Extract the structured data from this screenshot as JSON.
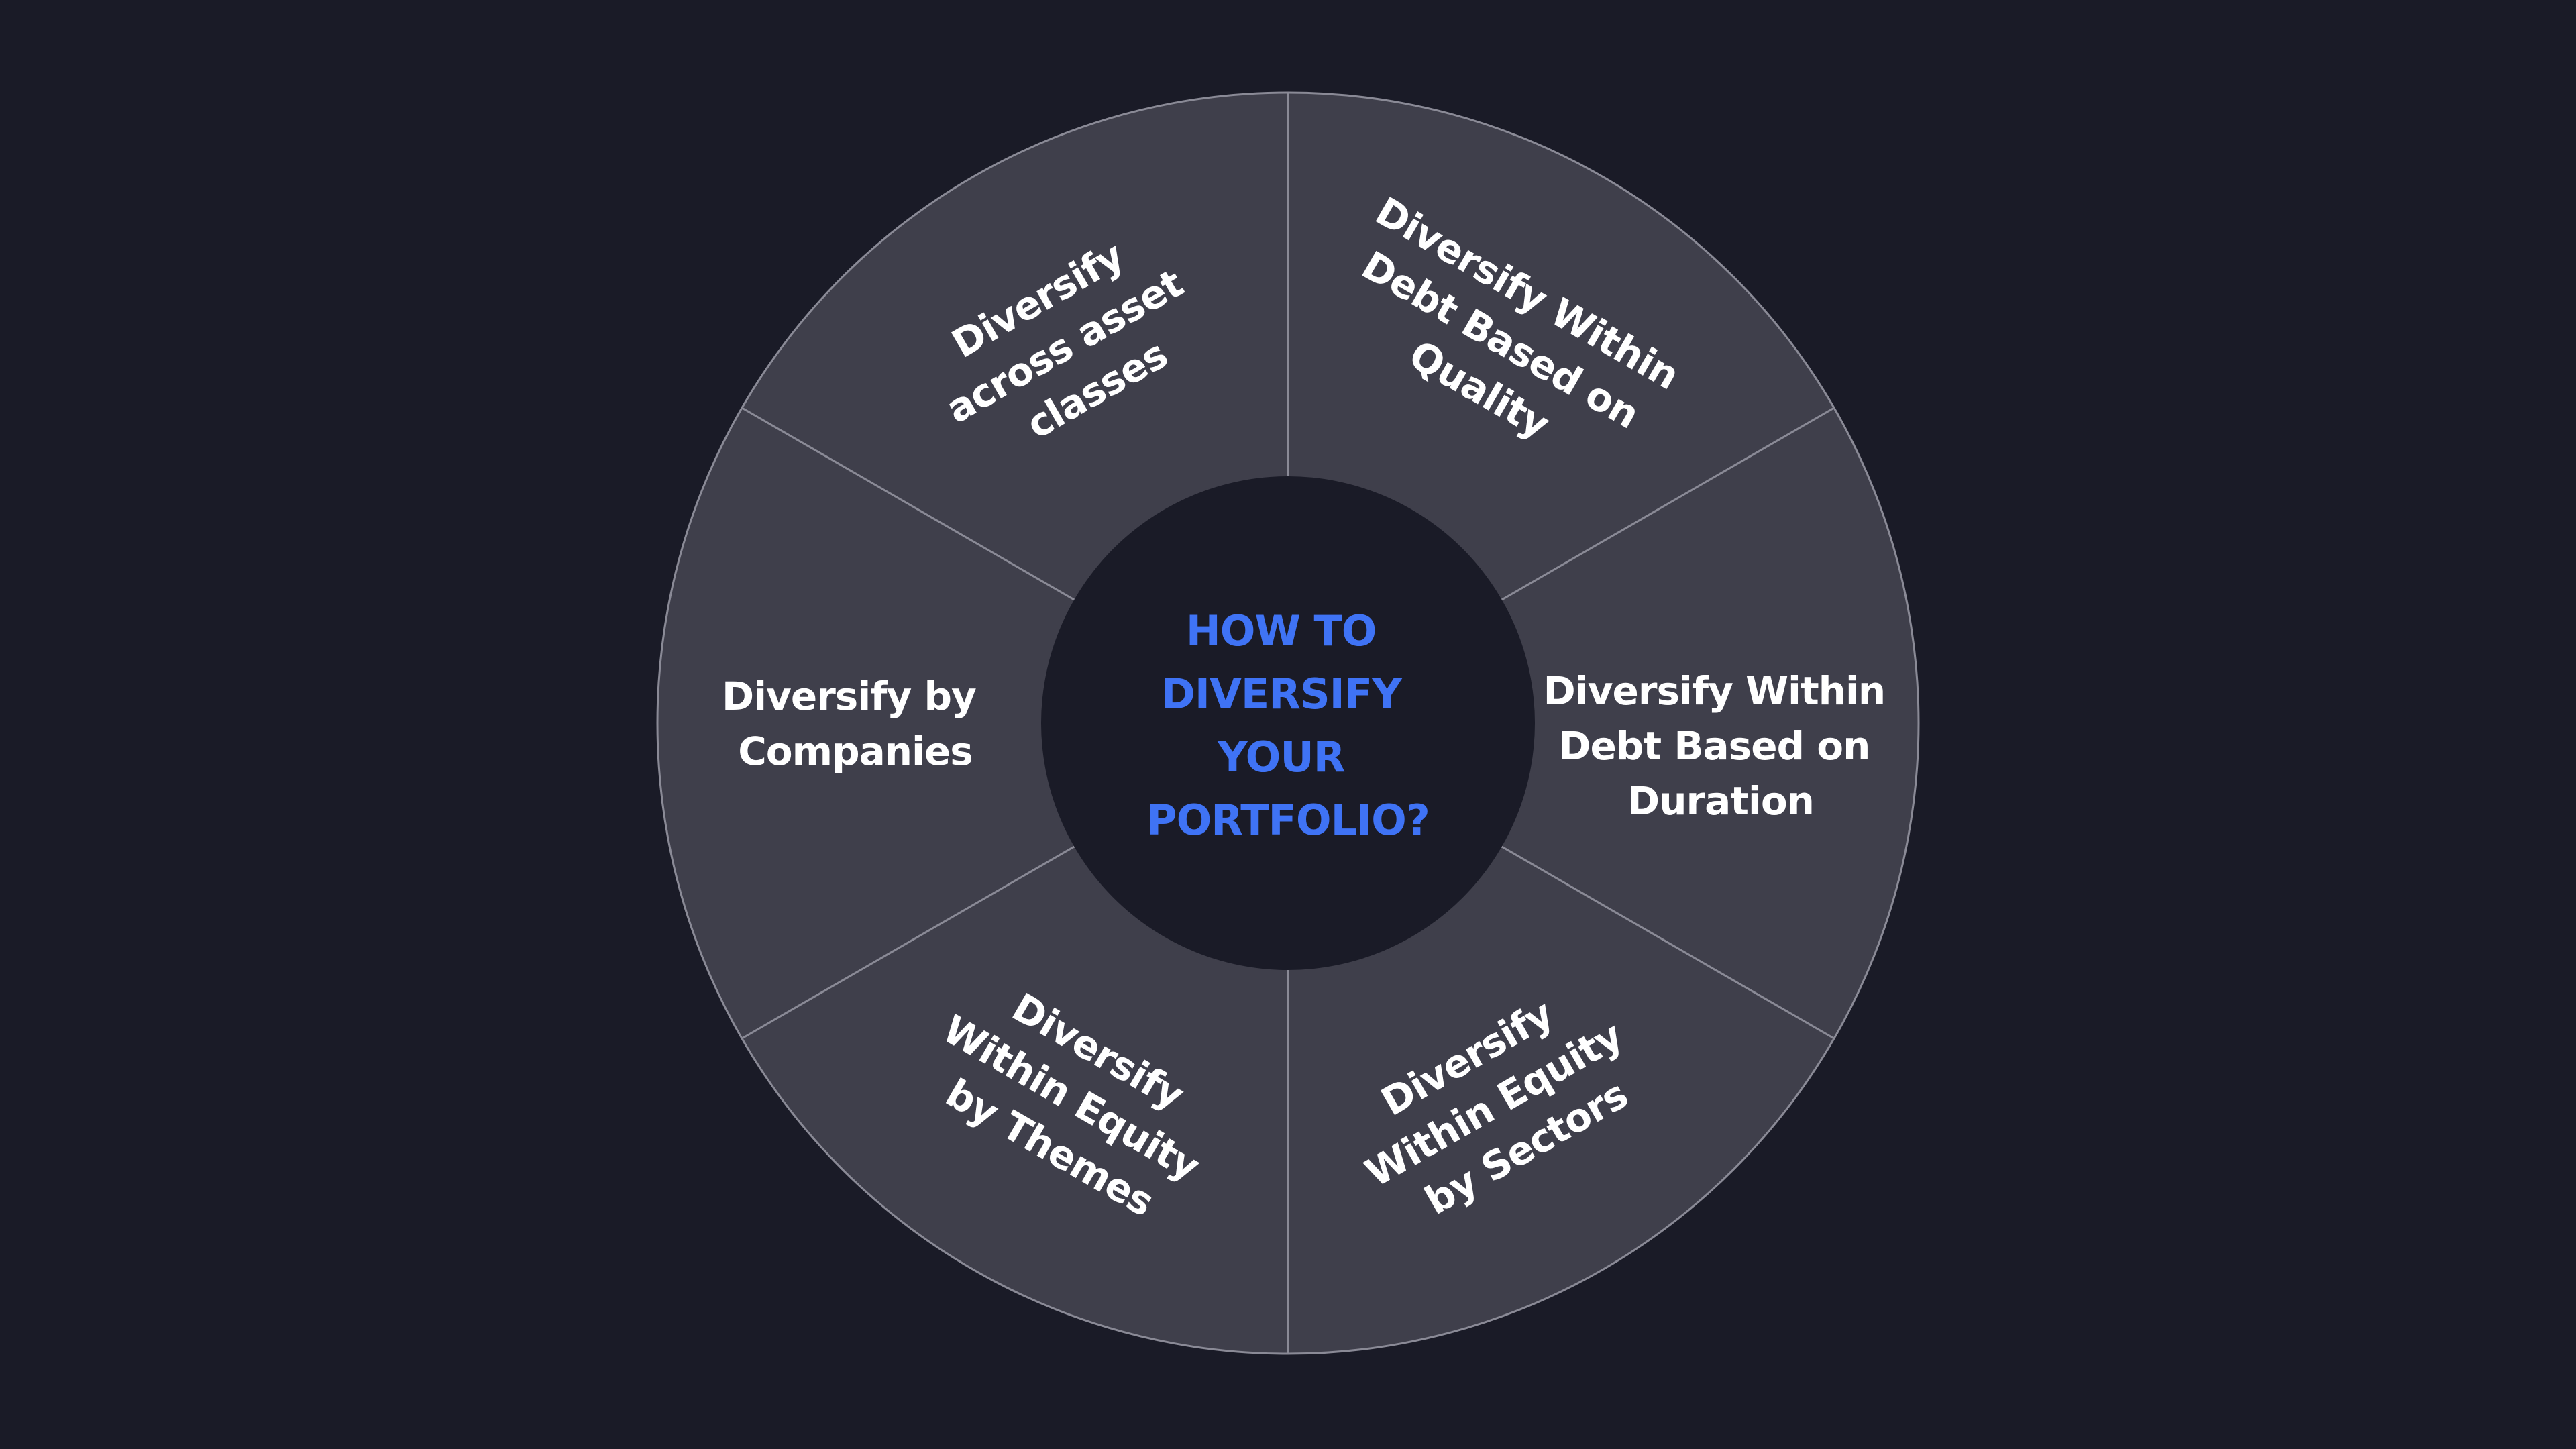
{
  "diagram": {
    "center_title_lines": [
      "HOW TO",
      "DIVERSIFY",
      "YOUR",
      "PORTFOLIO?"
    ],
    "segments": [
      {
        "lines": [
          "Diversify",
          "across asset",
          "classes"
        ]
      },
      {
        "lines": [
          "Diversify Within",
          "Debt Based on",
          "Quality"
        ]
      },
      {
        "lines": [
          "Diversify Within",
          "Debt Based on",
          "Duration"
        ]
      },
      {
        "lines": [
          "Diversify",
          "Within Equity",
          "by Sectors"
        ]
      },
      {
        "lines": [
          "Diversify",
          "Within Equity",
          "by Themes"
        ]
      },
      {
        "lines": [
          "Diversify by",
          "Companies"
        ]
      }
    ]
  },
  "colors": {
    "background": "#1a1b27",
    "ring_fill": "#3f3f4b",
    "divider": "#8a8a96",
    "center_fill": "#1a1b27",
    "center_text": "#3f73f5",
    "segment_text": "#ffffff"
  }
}
